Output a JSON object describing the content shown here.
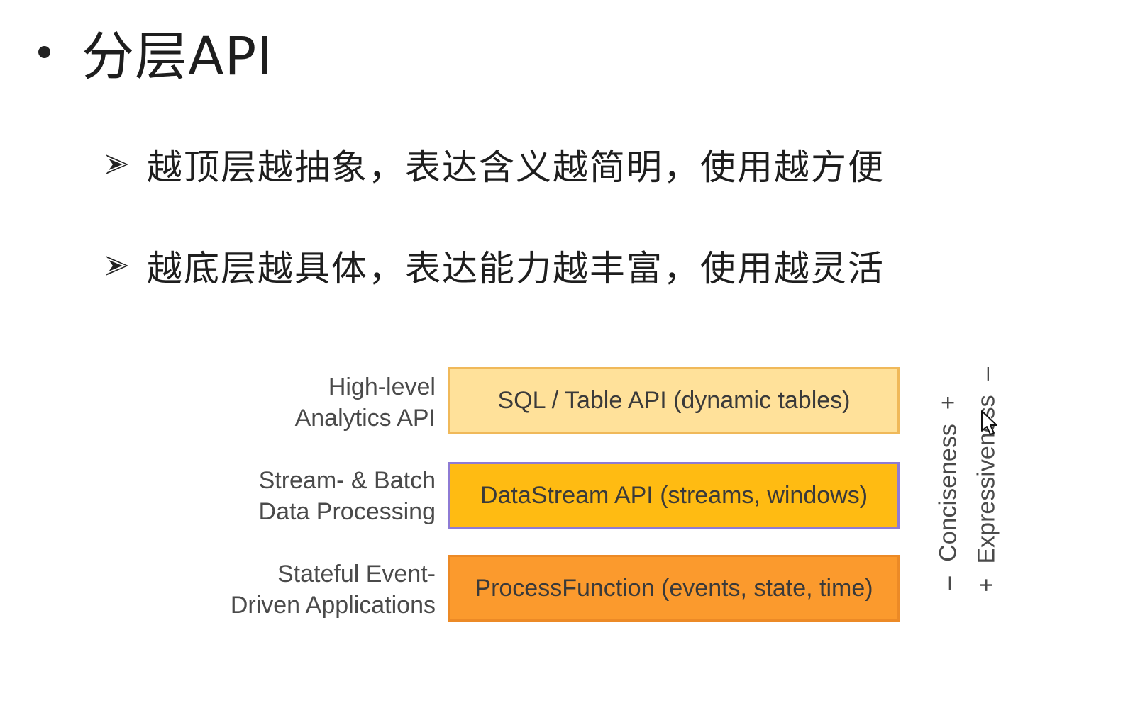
{
  "slide": {
    "title": "分层API",
    "points": [
      "越顶层越抽象，表达含义越简明，使用越方便",
      "越底层越具体，表达能力越丰富，使用越灵活"
    ]
  },
  "diagram": {
    "layers": [
      {
        "label_line1": "High-level",
        "label_line2": "Analytics API",
        "box": "SQL / Table API (dynamic tables)",
        "color": "#ffe19a"
      },
      {
        "label_line1": "Stream- & Batch",
        "label_line2": "Data Processing",
        "box": "DataStream API (streams, windows)",
        "color": "#ffbb12"
      },
      {
        "label_line1": "Stateful Event-",
        "label_line2": "Driven Applications",
        "box": "ProcessFunction (events, state, time)",
        "color": "#fb9a2d"
      }
    ],
    "axes": {
      "conciseness": {
        "minus": "–",
        "text": "Conciseness",
        "plus": "+"
      },
      "expressiveness": {
        "plus": "+",
        "text": "Expressiveness",
        "minus": "–"
      }
    }
  },
  "icons": {
    "bullet": "bullet-dot-icon",
    "arrow": "arrow-right-icon",
    "cursor": "mouse-cursor-icon"
  }
}
